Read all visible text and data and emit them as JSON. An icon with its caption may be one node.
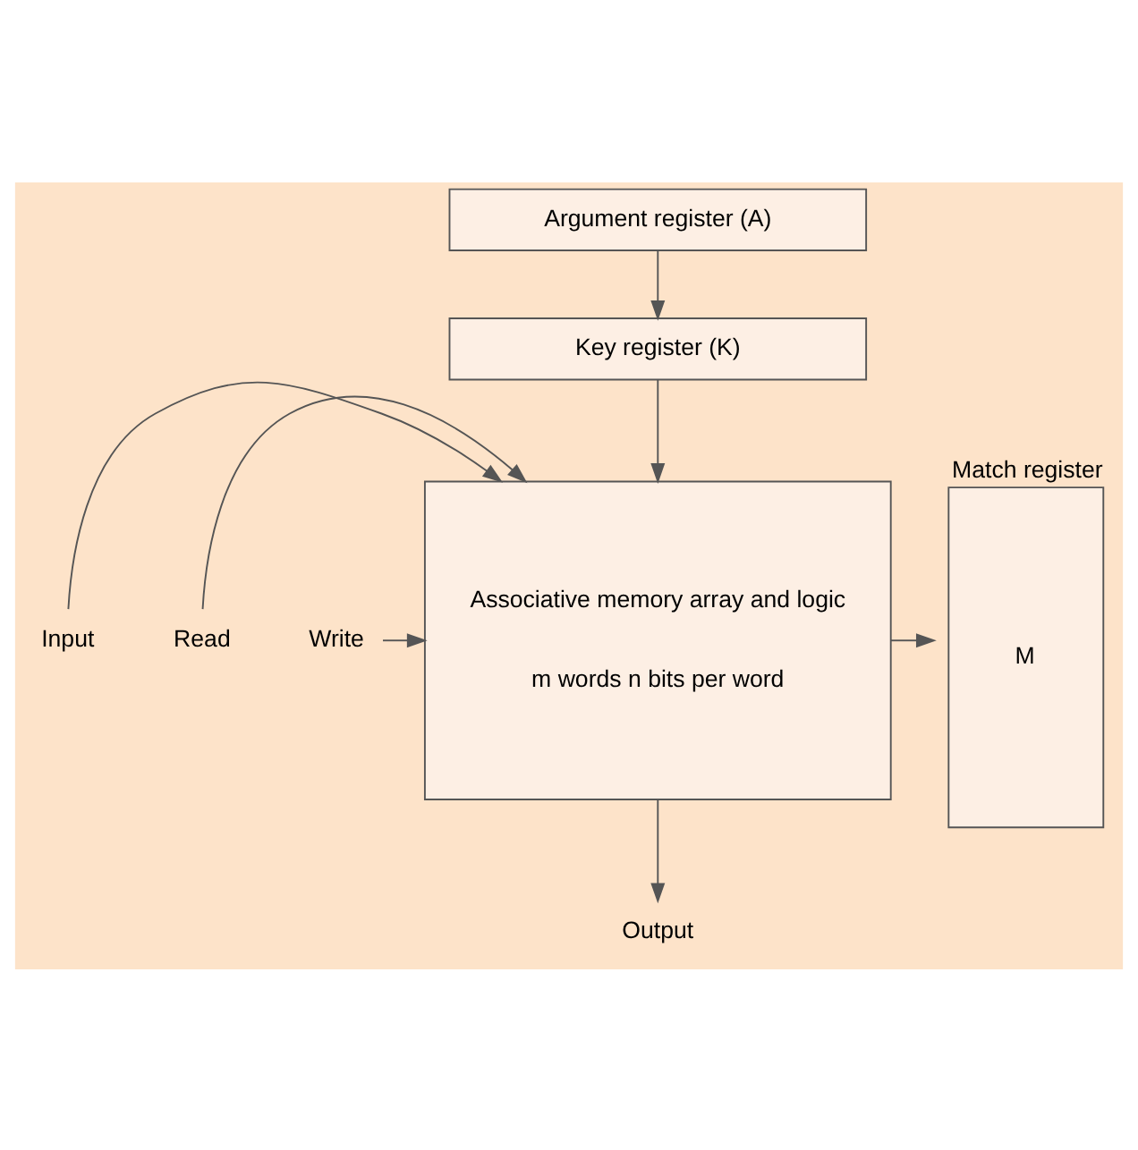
{
  "diagram": {
    "nodes": [
      {
        "text": [
          "Argument register (A)"
        ]
      },
      {
        "text": [
          "Key register (K)"
        ]
      },
      {
        "text": [
          "Associative memory array and logic",
          "m words n bits per word"
        ]
      },
      {
        "text": [
          "Match register",
          "M"
        ]
      },
      {
        "text": [
          "Input"
        ]
      },
      {
        "text": [
          "Read"
        ]
      },
      {
        "text": [
          "Write"
        ]
      },
      {
        "text": [
          "Output"
        ]
      }
    ],
    "edges": [
      {
        "from": 0,
        "to": 1,
        "arrow": "to"
      },
      {
        "from": 1,
        "to": 2,
        "arrow": "to"
      },
      {
        "from": 4,
        "to": 2,
        "arrow": "to"
      },
      {
        "from": 5,
        "to": 2,
        "arrow": "to"
      },
      {
        "from": 6,
        "to": 2,
        "arrow": "to"
      },
      {
        "from": 2,
        "to": 3,
        "arrow": "to"
      },
      {
        "from": 2,
        "to": 7,
        "arrow": "to"
      }
    ]
  }
}
